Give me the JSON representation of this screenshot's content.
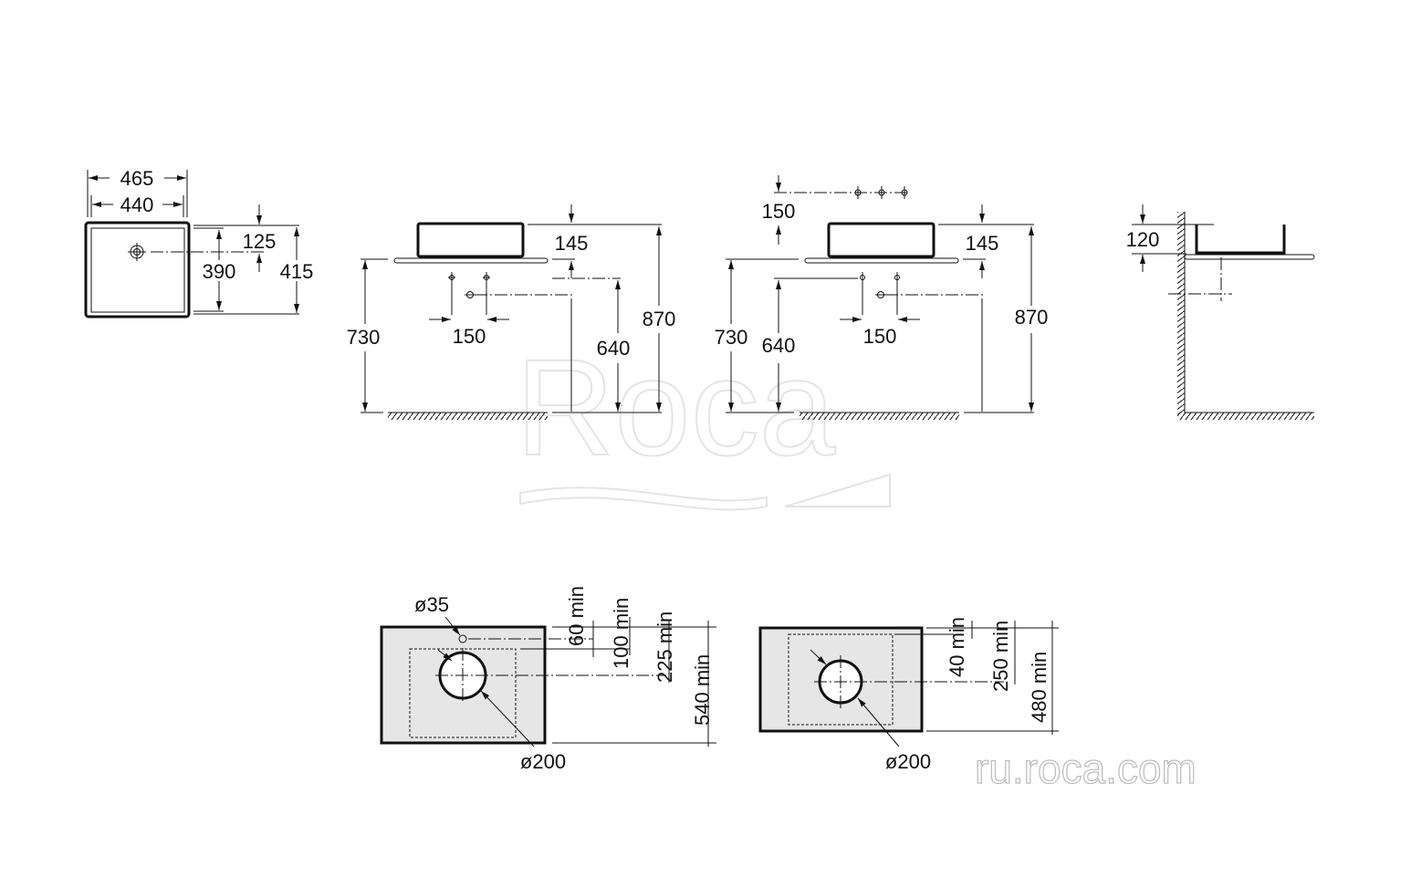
{
  "watermark": {
    "brand": "Roca"
  },
  "website": "ru.roca.com",
  "top_view": {
    "width_outer": "465",
    "width_inner": "440",
    "drain_offset": "125",
    "depth_inner": "390",
    "depth_outer": "415"
  },
  "front_view_a": {
    "counter_height": "730",
    "basin_height": "145",
    "total_height": "870",
    "drain_height": "640",
    "tap_spacing": "150"
  },
  "front_view_b": {
    "tap_offset": "150",
    "counter_height": "730",
    "drain_height": "640",
    "basin_height": "145",
    "total_height": "870",
    "tap_spacing": "150"
  },
  "side_view": {
    "basin_height": "120"
  },
  "cutout_a": {
    "tap_hole": "ø35",
    "drain_hole": "ø200",
    "dims": [
      "60 min",
      "100 min",
      "225 min",
      "540 min"
    ]
  },
  "cutout_b": {
    "drain_hole": "ø200",
    "dims": [
      "40 min",
      "250 min",
      "480 min"
    ]
  }
}
